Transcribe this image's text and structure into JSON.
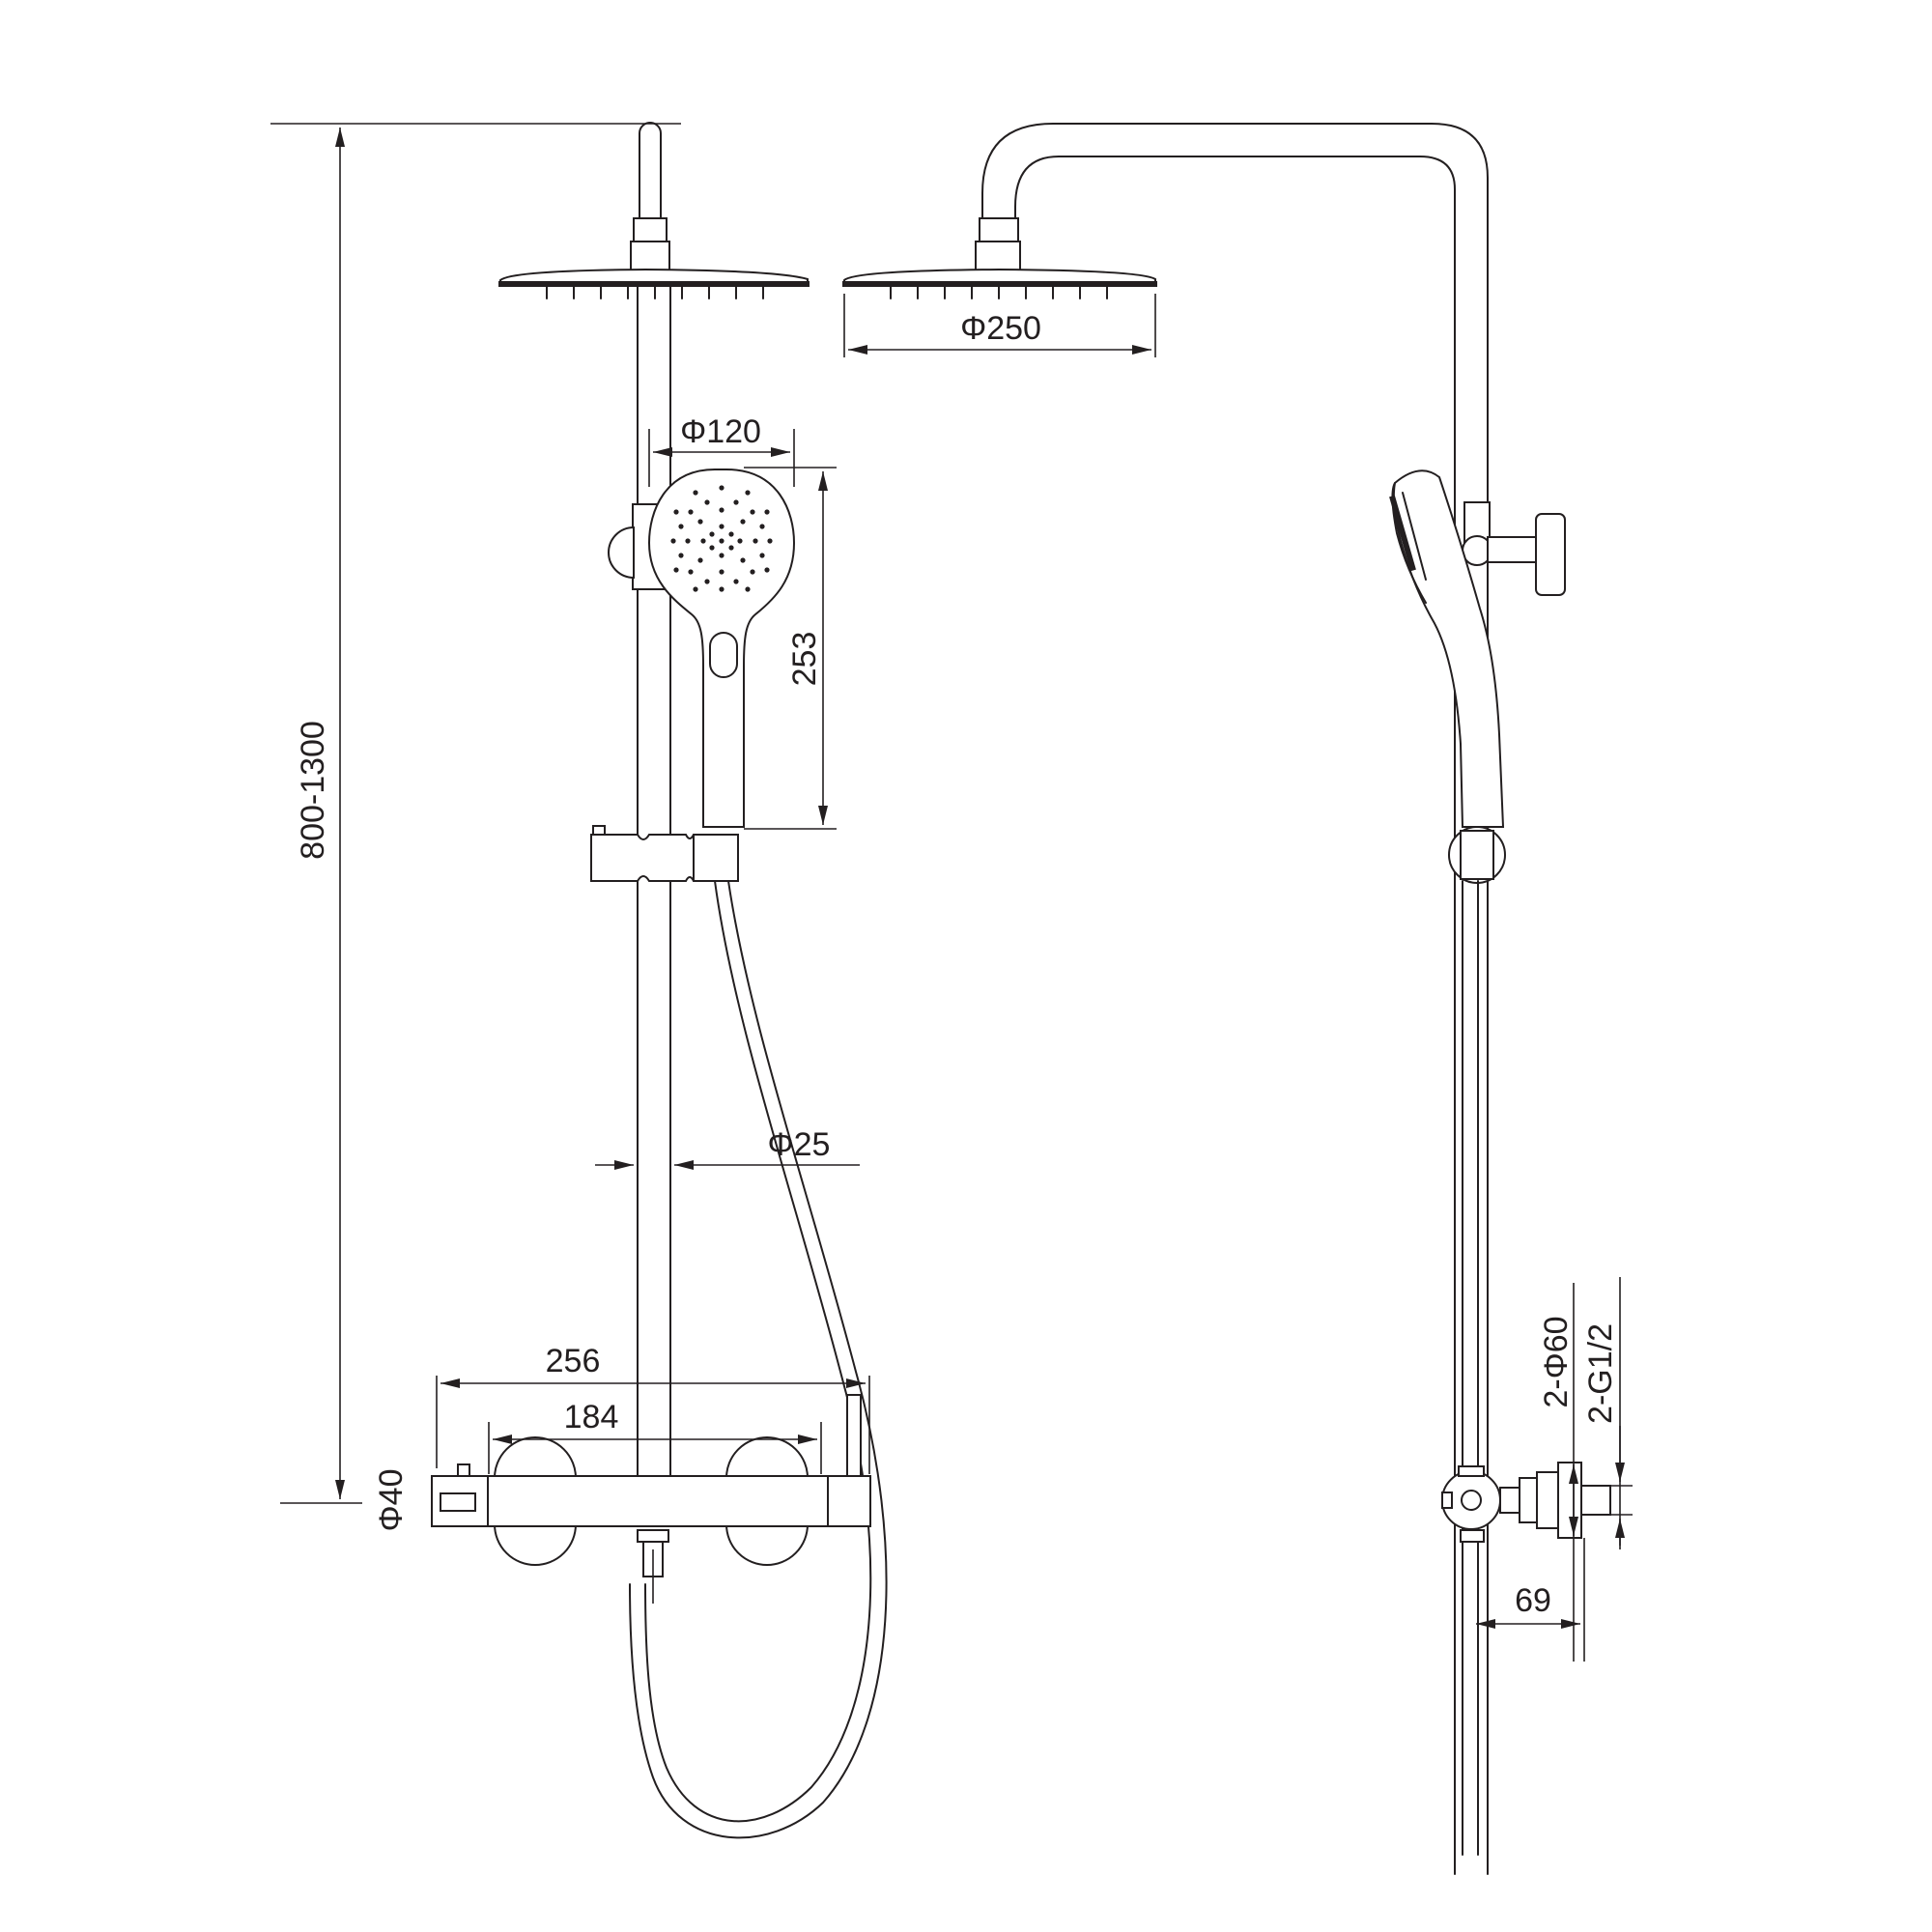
{
  "dimensions": {
    "total_height": "800-1300",
    "rain_head_diameter": "Φ250",
    "hand_head_diameter": "Φ120",
    "hand_shower_length": "253",
    "riser_diameter": "Φ25",
    "mixer_width": "256",
    "inlet_spacing": "184",
    "mixer_body_diameter": "Φ40",
    "escutcheon": "2-Φ60",
    "thread": "2-G1/2",
    "wall_offset": "69"
  }
}
